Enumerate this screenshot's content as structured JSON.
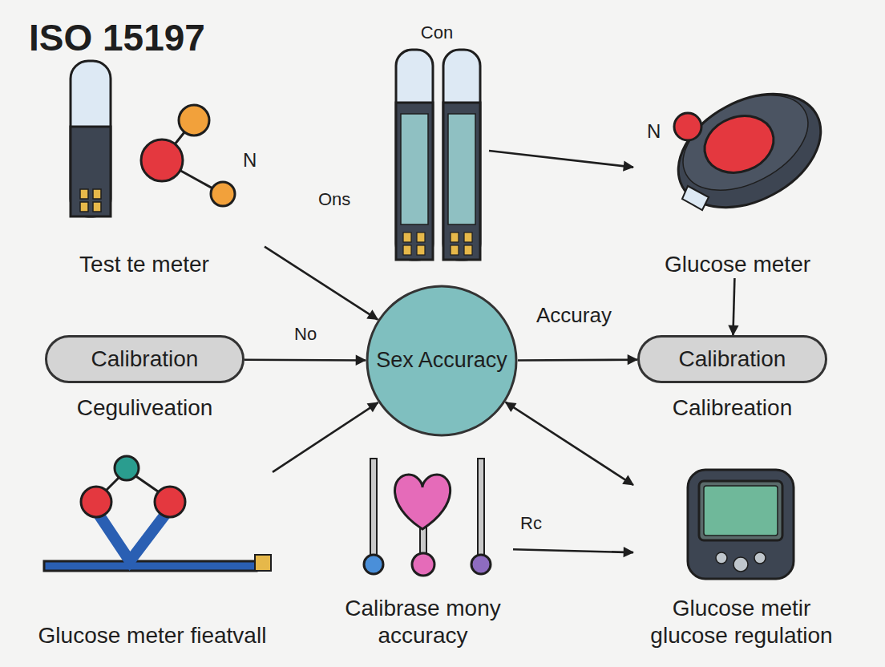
{
  "diagram": {
    "title": "ISO 15197",
    "nodes": [
      {
        "text": [
          "Test te meter"
        ]
      },
      {
        "text": [
          "Con"
        ]
      },
      {
        "text": [
          "Glucose meter"
        ]
      },
      {
        "text": [
          "Calibration",
          "Ceguliveation"
        ]
      },
      {
        "text": [
          "Sex Accuracy"
        ]
      },
      {
        "text": [
          "Calibration",
          "Calibreation"
        ]
      },
      {
        "text": [
          "Glucose meter fieatvall"
        ]
      },
      {
        "text": [
          "Calibrase mony accuracy"
        ]
      },
      {
        "text": [
          "Glucose metir glucose regulation"
        ]
      }
    ],
    "edges": [
      {
        "from": 0,
        "to": 4,
        "label": "Ons",
        "arrow": "to"
      },
      {
        "from": 1,
        "to": 2,
        "arrow": "to"
      },
      {
        "from": 2,
        "to": 5,
        "arrow": "to"
      },
      {
        "from": 3,
        "to": 4,
        "label": "No",
        "arrow": "to"
      },
      {
        "from": 4,
        "to": 5,
        "label": "Accuray",
        "arrow": "to"
      },
      {
        "from": 6,
        "to": 4,
        "arrow": "to"
      },
      {
        "from": 4,
        "to": 8,
        "arrow": "both"
      },
      {
        "from": 7,
        "to": 8,
        "label": "Rc",
        "arrow": "to"
      }
    ],
    "labels": [
      "N",
      "N"
    ]
  }
}
